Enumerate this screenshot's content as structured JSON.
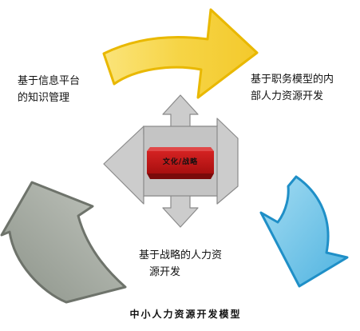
{
  "diagram": {
    "center_label": "文化/战略",
    "nodes": [
      {
        "id": "info-platform",
        "lines": [
          "基于信息平台",
          "的知识管理"
        ],
        "arrow_color": "#f5d547"
      },
      {
        "id": "job-model",
        "lines": [
          "基于职务模型的内",
          "部人力资源开发"
        ],
        "arrow_color": "#7fcbe8"
      },
      {
        "id": "strategy",
        "lines": [
          "基于战略的人力资",
          "源开发"
        ],
        "arrow_color": "#a6aca2"
      }
    ],
    "caption": "中小人力资源开发模型"
  },
  "colors": {
    "center_box": "#c41a1a",
    "cross": "#c8c8c8",
    "yellow_arrow": "#f5d547",
    "blue_arrow": "#7fcbe8",
    "gray_arrow": "#a6aca2"
  }
}
